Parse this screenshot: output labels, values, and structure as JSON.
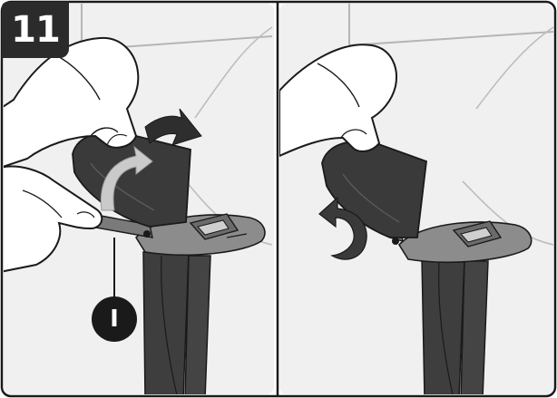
{
  "step": {
    "number": "11"
  },
  "callout": {
    "label": "I"
  },
  "panels": [
    {
      "name": "panel-left"
    },
    {
      "name": "panel-right"
    }
  ],
  "colors": {
    "background": "#f2f2f2",
    "strap": "#3a3a3a",
    "line": "#1a1a1a",
    "arrow_light": "#c8c8c8",
    "arrow_dark": "#3a3a3a",
    "badge": "#2b2b2b"
  },
  "icons": [
    "hand-icon",
    "strap-icon",
    "buckle-icon",
    "lift-arrow-icon",
    "rotate-arrow-icon"
  ]
}
